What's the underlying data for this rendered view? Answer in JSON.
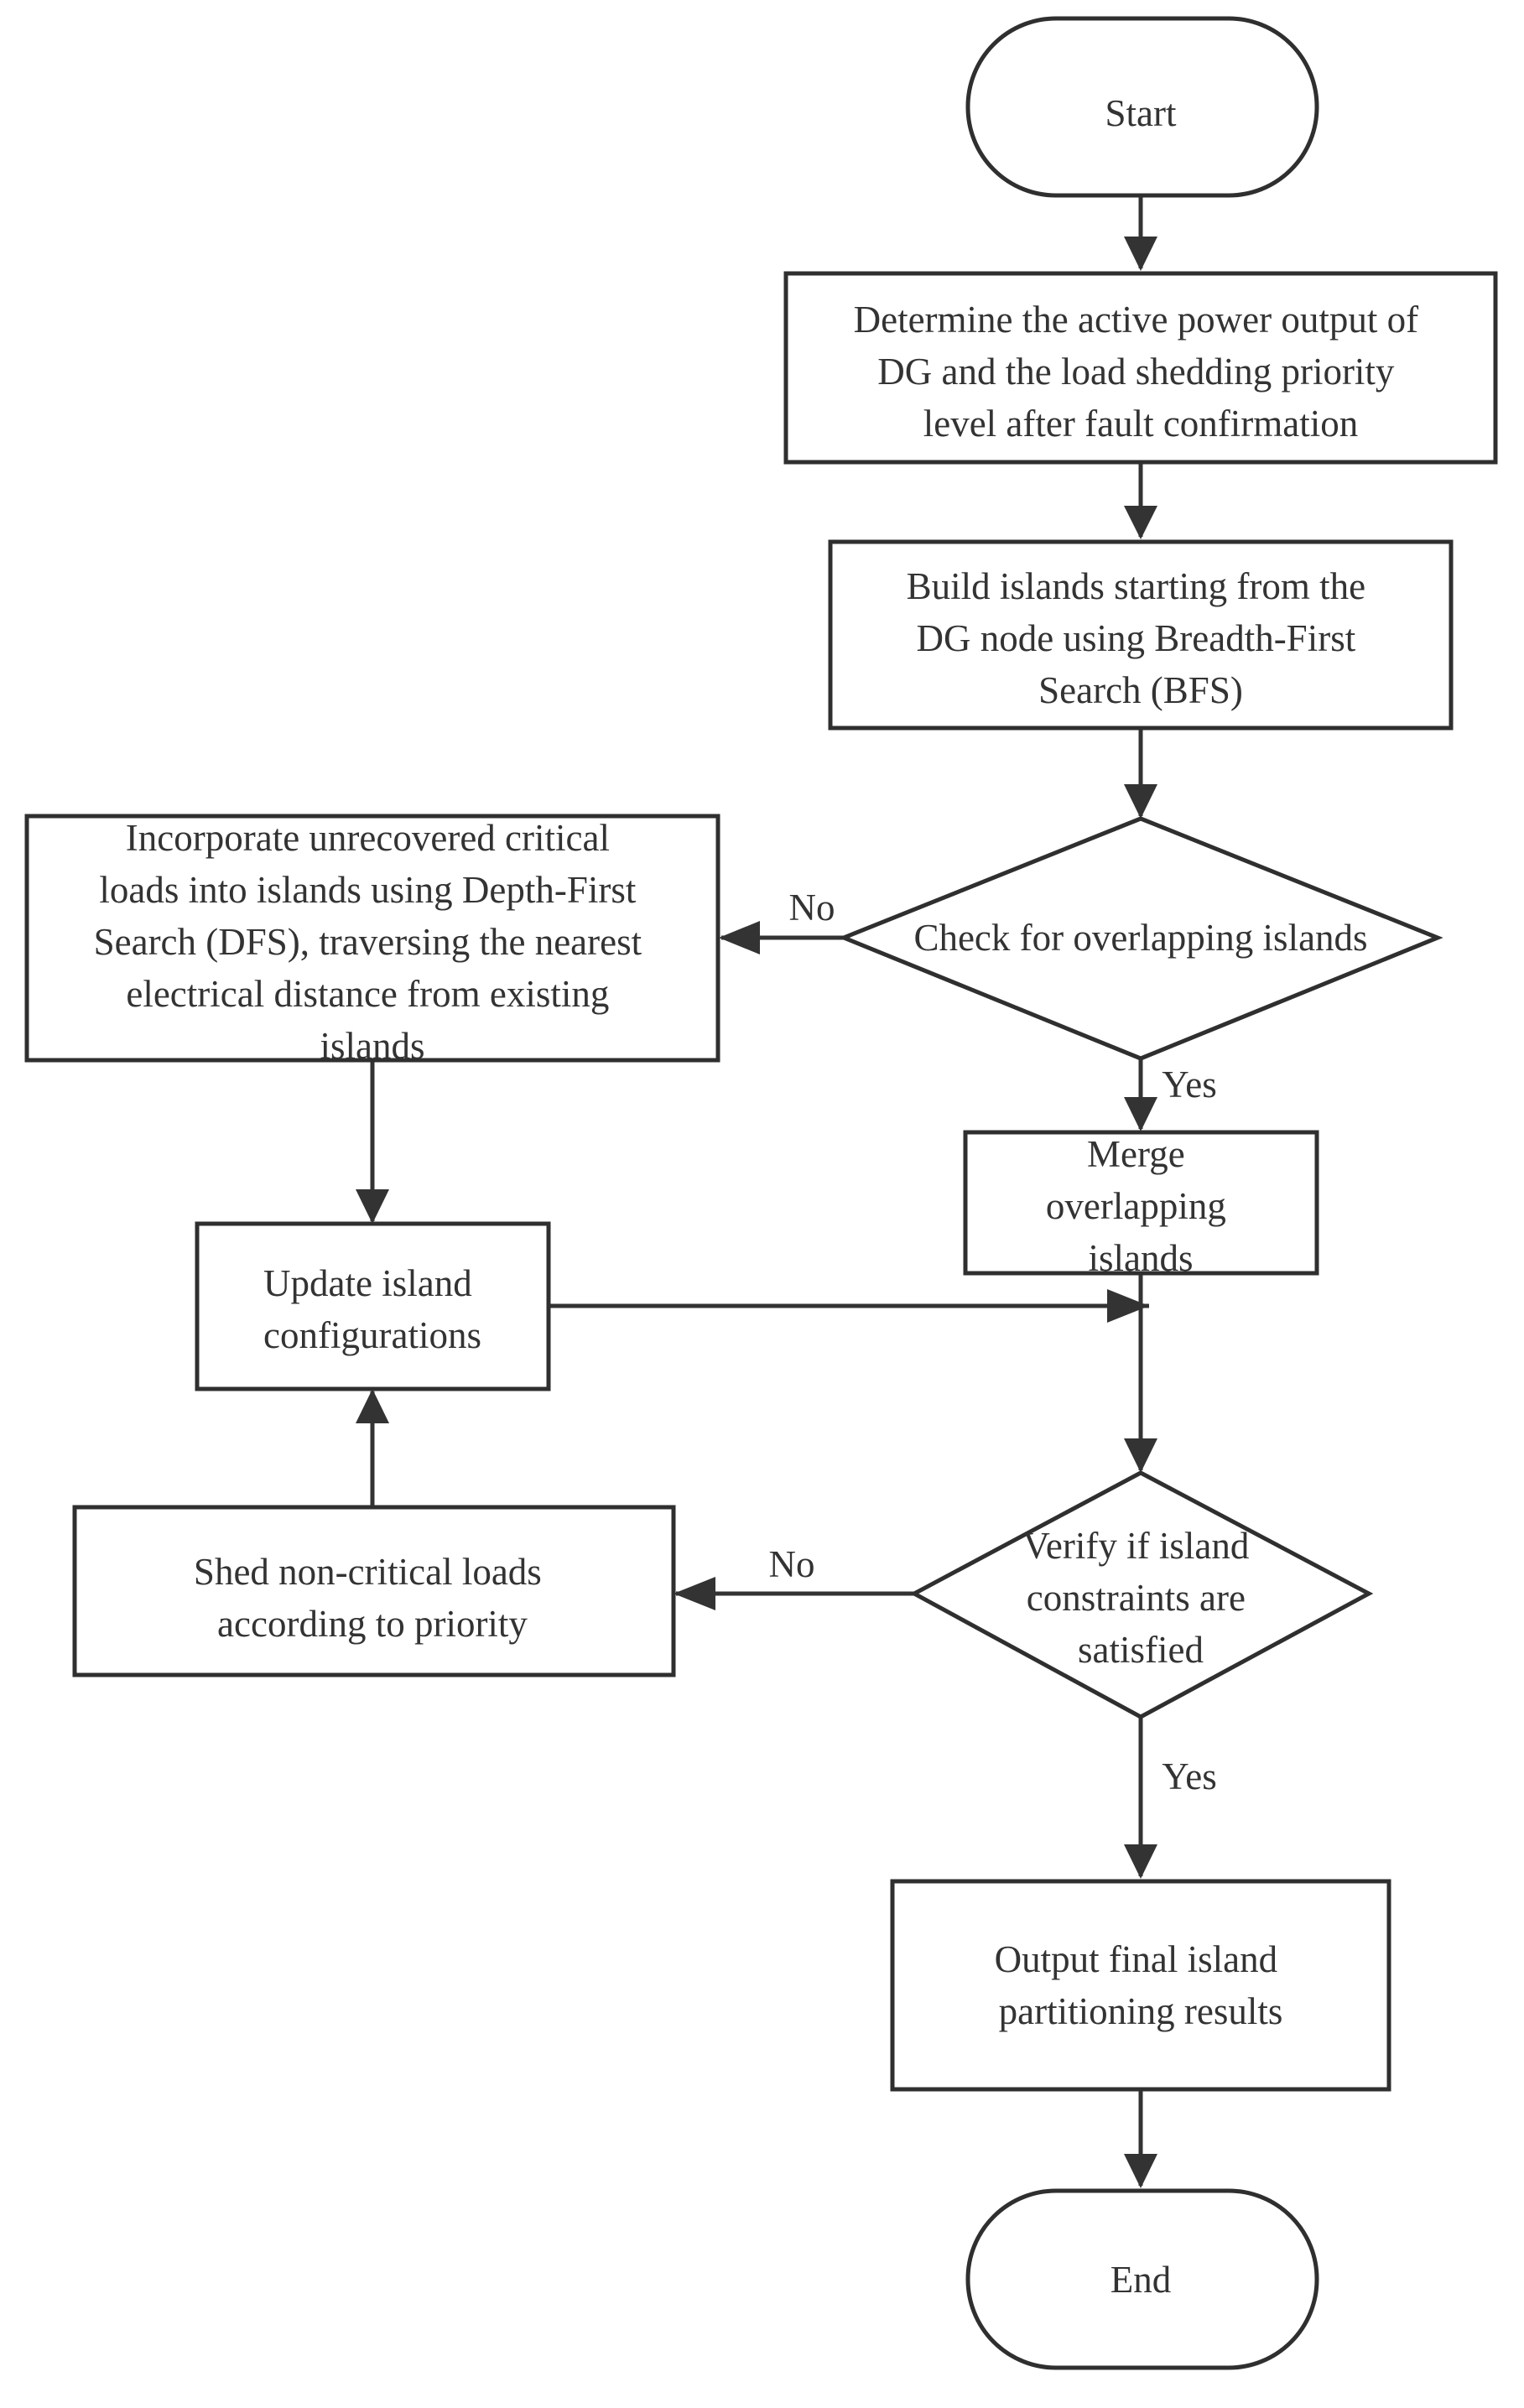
{
  "diagram": {
    "type": "flowchart",
    "colors": {
      "line": "#333333",
      "node_fill": "#ffffff",
      "text": "#333333"
    },
    "nodes": {
      "start": {
        "shape": "terminal",
        "lines": [
          "Start"
        ]
      },
      "determine": {
        "shape": "process",
        "lines": [
          "Determine the active power output of",
          "DG and the load shedding priority",
          "level after fault confirmation"
        ]
      },
      "build": {
        "shape": "process",
        "lines": [
          "Build islands starting from the",
          "DG node using Breadth-First",
          "Search (BFS)"
        ]
      },
      "check": {
        "shape": "decision",
        "lines": [
          "Check for overlapping islands"
        ]
      },
      "incorporate": {
        "shape": "process",
        "lines": [
          "Incorporate unrecovered critical",
          "loads into islands using Depth-First",
          "Search (DFS), traversing the nearest",
          "electrical distance from existing",
          "islands"
        ]
      },
      "merge": {
        "shape": "process",
        "lines": [
          "Merge",
          "overlapping",
          "islands"
        ]
      },
      "update": {
        "shape": "process",
        "lines": [
          "Update island",
          "configurations"
        ]
      },
      "verify": {
        "shape": "decision",
        "lines": [
          "Verify if island",
          "constraints are",
          "satisfied"
        ]
      },
      "shed": {
        "shape": "process",
        "lines": [
          "Shed non-critical loads",
          "according to priority"
        ]
      },
      "output": {
        "shape": "process",
        "lines": [
          "Output final island",
          "partitioning results"
        ]
      },
      "end": {
        "shape": "terminal",
        "lines": [
          "End"
        ]
      }
    },
    "edges": [
      {
        "from": "start",
        "to": "determine",
        "label": ""
      },
      {
        "from": "determine",
        "to": "build",
        "label": ""
      },
      {
        "from": "build",
        "to": "check",
        "label": ""
      },
      {
        "from": "check",
        "to": "incorporate",
        "label": "No"
      },
      {
        "from": "check",
        "to": "merge",
        "label": "Yes"
      },
      {
        "from": "incorporate",
        "to": "update",
        "label": ""
      },
      {
        "from": "update",
        "to": "verify",
        "label": ""
      },
      {
        "from": "merge",
        "to": "verify",
        "label": ""
      },
      {
        "from": "verify",
        "to": "shed",
        "label": "No"
      },
      {
        "from": "verify",
        "to": "output",
        "label": "Yes"
      },
      {
        "from": "shed",
        "to": "update",
        "label": ""
      },
      {
        "from": "output",
        "to": "end",
        "label": ""
      }
    ]
  }
}
